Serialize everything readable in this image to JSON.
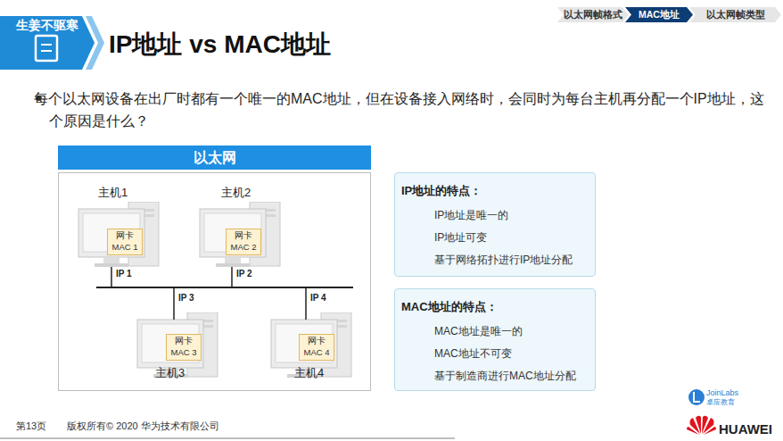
{
  "diagram": {
    "title": "IP地址 vs MAC地址",
    "nodes": [
      {
        "text": [
          "以太网帧格式"
        ]
      },
      {
        "text": [
          "MAC地址"
        ]
      },
      {
        "text": [
          "以太网帧类型"
        ]
      },
      {
        "text": [
          "以太网"
        ]
      },
      {
        "text": [
          "主机1"
        ],
        "in": 3
      },
      {
        "text": [
          "网卡",
          "MAC 1"
        ],
        "in": 4
      },
      {
        "text": [
          "主机2"
        ],
        "in": 3
      },
      {
        "text": [
          "网卡",
          "MAC 2"
        ],
        "in": 6
      },
      {
        "text": [
          "主机3"
        ],
        "in": 3
      },
      {
        "text": [
          "网卡",
          "MAC 3"
        ],
        "in": 8
      },
      {
        "text": [
          "主机4"
        ],
        "in": 3
      },
      {
        "text": [
          "网卡",
          "MAC 4"
        ],
        "in": 10
      },
      {
        "text": [
          "IP地址的特点：",
          "IP地址是唯一的",
          "IP地址可变",
          "基于网络拓扑进行IP地址分配"
        ]
      },
      {
        "text": [
          "MAC地址的特点：",
          "MAC地址是唯一的",
          "MAC地址不可变",
          "基于制造商进行MAC地址分配"
        ]
      }
    ],
    "labels": [
      "生姜不驱寒",
      "每个以太网设备在出厂时都有一个唯一的MAC地址，但在设备接入网络时，会同时为每台主机再分配一个IP地址，这个原因是什么？",
      "IP 1",
      "IP 2",
      "IP 3",
      "IP 4",
      "第13页",
      "版权所有© 2020 华为技术有限公司",
      "JoinLabs",
      "卓应教育",
      "HUAWEI"
    ]
  }
}
